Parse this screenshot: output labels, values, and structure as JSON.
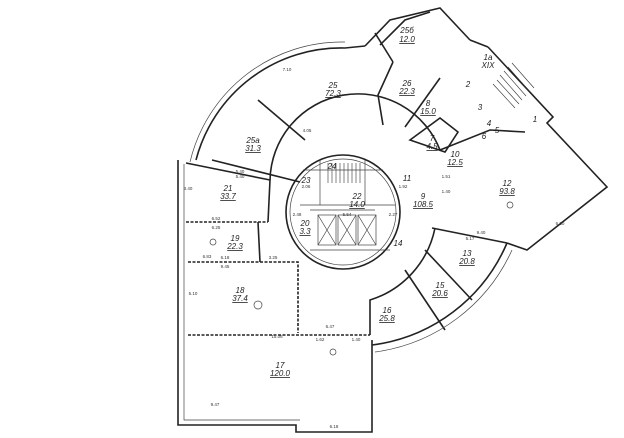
{
  "plan": {
    "rooms": [
      {
        "number": "25б",
        "area": "12.0"
      },
      {
        "number": "25",
        "area": "72.3"
      },
      {
        "number": "26",
        "area": "22.3"
      },
      {
        "number": "8",
        "area": "15.0"
      },
      {
        "number": "25а",
        "area": "31.3"
      },
      {
        "number": "21",
        "area": "33.7"
      },
      {
        "number": "22",
        "area": "14.0"
      },
      {
        "number": "9",
        "area": "108.5"
      },
      {
        "number": "7",
        "area": "4.5"
      },
      {
        "number": "10",
        "area": "12.5"
      },
      {
        "number": "12",
        "area": "93.8"
      },
      {
        "number": "13",
        "area": "20.8"
      },
      {
        "number": "15",
        "area": "20.6"
      },
      {
        "number": "16",
        "area": "25.8"
      },
      {
        "number": "19",
        "area": "22.3"
      },
      {
        "number": "18",
        "area": "37.4"
      },
      {
        "number": "17",
        "area": "120.0"
      },
      {
        "number": "20",
        "area": "3.3"
      },
      {
        "number": "1а",
        "area": "XIX"
      }
    ],
    "labels": [
      "24",
      "23",
      "11",
      "14",
      "1",
      "2",
      "3",
      "4",
      "5",
      "6"
    ],
    "dimensions": [
      "5.40",
      "6.52",
      "6.25",
      "6.18",
      "9.45",
      "3.25",
      "6.47",
      "15.06",
      "9.47",
      "6.18",
      "5.40",
      "7.10",
      "4.05",
      "2.48",
      "5.54",
      "2.27",
      "1.51",
      "1.40",
      "9.40",
      "6.30",
      "5.17",
      "3.40",
      "1.62",
      "1.40",
      "6.83",
      "5.10",
      "1.92",
      "2.06"
    ]
  }
}
